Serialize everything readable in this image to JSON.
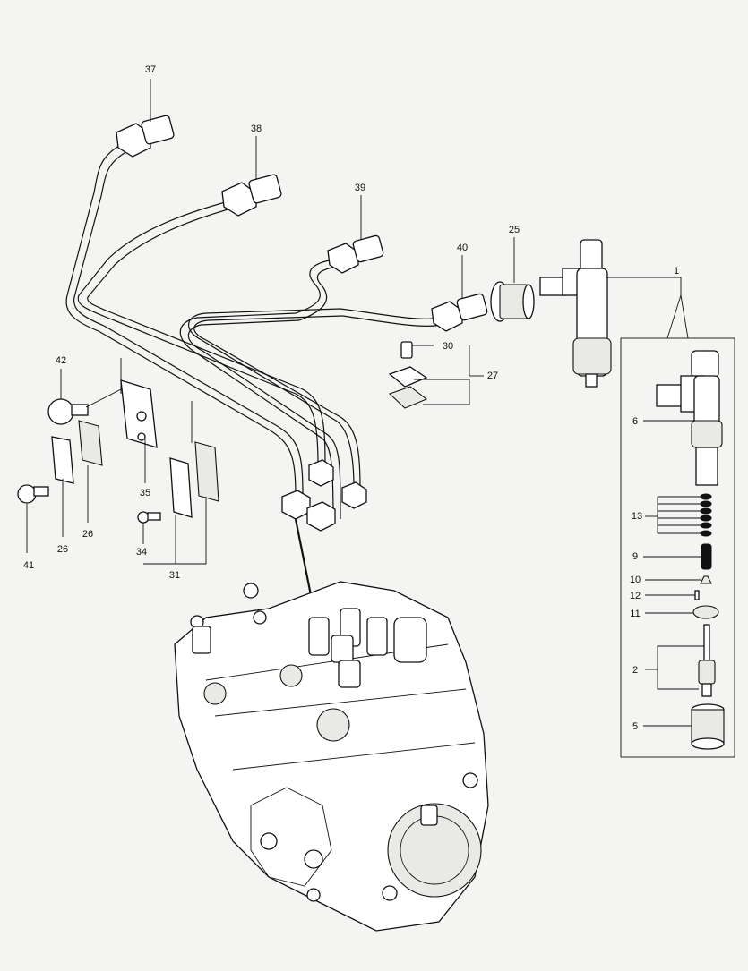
{
  "diagram": {
    "callouts": [
      {
        "id": "37",
        "text": "37"
      },
      {
        "id": "38",
        "text": "38"
      },
      {
        "id": "39",
        "text": "39"
      },
      {
        "id": "40",
        "text": "40"
      },
      {
        "id": "25",
        "text": "25"
      },
      {
        "id": "1",
        "text": "1"
      },
      {
        "id": "30",
        "text": "30"
      },
      {
        "id": "27",
        "text": "27"
      },
      {
        "id": "42",
        "text": "42"
      },
      {
        "id": "35",
        "text": "35"
      },
      {
        "id": "26a",
        "text": "26"
      },
      {
        "id": "26b",
        "text": "26"
      },
      {
        "id": "41",
        "text": "41"
      },
      {
        "id": "34",
        "text": "34"
      },
      {
        "id": "31",
        "text": "31"
      },
      {
        "id": "6",
        "text": "6"
      },
      {
        "id": "13",
        "text": "13"
      },
      {
        "id": "9",
        "text": "9"
      },
      {
        "id": "10",
        "text": "10"
      },
      {
        "id": "12",
        "text": "12"
      },
      {
        "id": "11",
        "text": "11"
      },
      {
        "id": "2",
        "text": "2"
      },
      {
        "id": "5",
        "text": "5"
      }
    ]
  }
}
